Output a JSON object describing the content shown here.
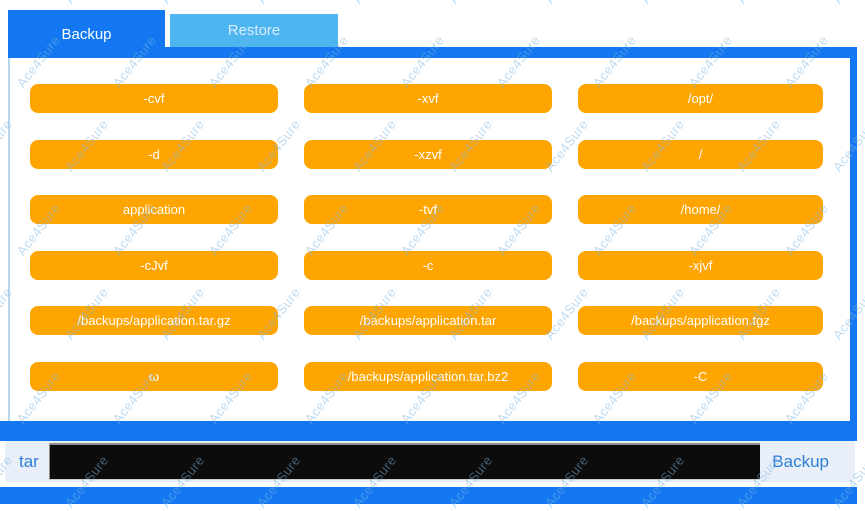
{
  "watermark": {
    "text": "Ace4Sure"
  },
  "tabs": {
    "backup": {
      "label": "Backup",
      "active": true
    },
    "restore": {
      "label": "Restore",
      "active": false
    }
  },
  "options": {
    "rows": [
      [
        "-cvf",
        "-xvf",
        "/opt/"
      ],
      [
        "-d",
        "-xzvf",
        "/"
      ],
      [
        "application",
        "-tvf",
        "/home/"
      ],
      [
        "-cJvf",
        "-c",
        "-xjvf"
      ],
      [
        "/backups/application.tar.gz",
        "/backups/application.tar",
        "/backups/application.tgz"
      ],
      [
        "ω",
        "/backups/application.tar.bz2",
        "-C"
      ]
    ]
  },
  "command_bar": {
    "prefix": "tar",
    "action_label": "Backup"
  },
  "colors": {
    "primary_blue": "#1277f0",
    "tab_inactive_blue": "#4db5f0",
    "option_orange": "#ffa502",
    "bar_text_blue": "#2e7fd6",
    "watermark_blue": "#7db6e2"
  }
}
